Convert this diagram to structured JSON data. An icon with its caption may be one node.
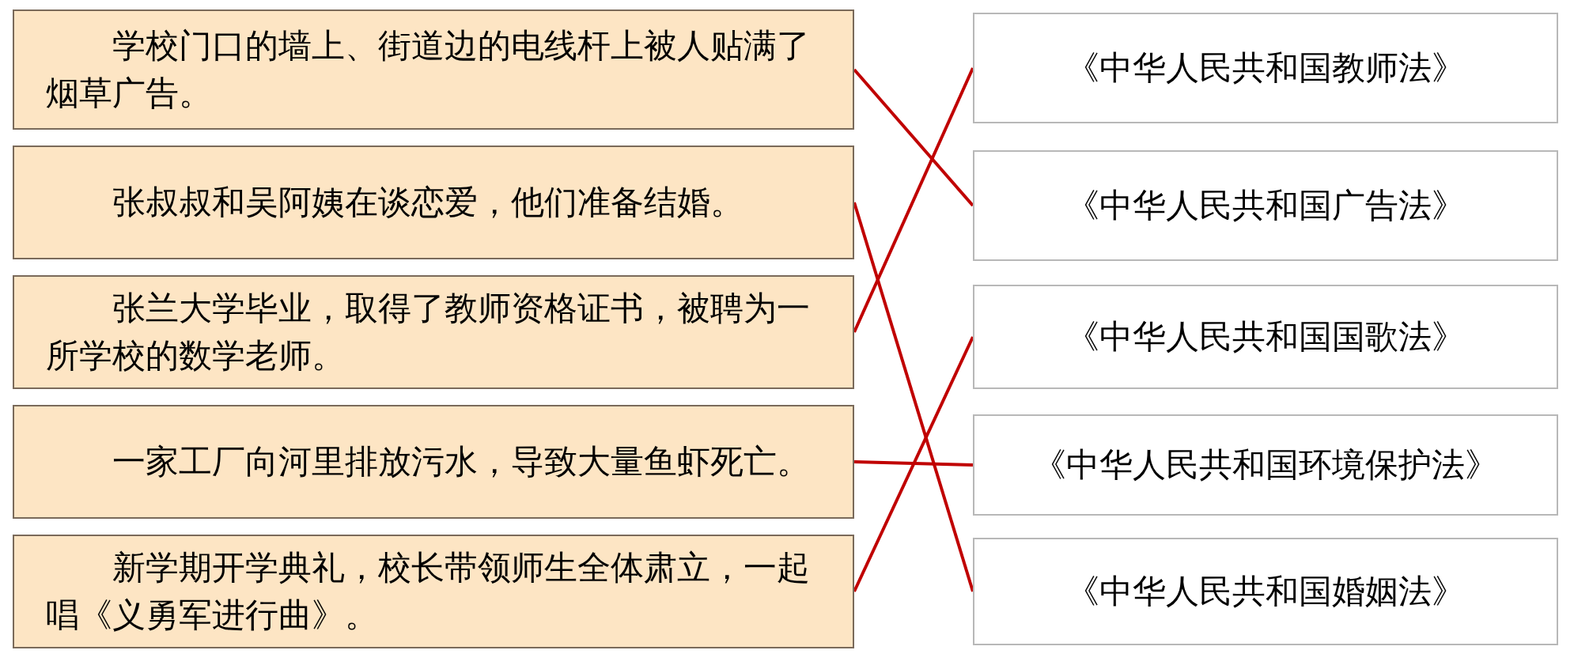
{
  "diagram": {
    "nodes": [
      {
        "text": [
          "学校门口的墙上、街道边的电线杆上被人贴满了烟草广告。"
        ]
      },
      {
        "text": [
          "张叔叔和吴阿姨在谈恋爱，他们准备结婚。"
        ]
      },
      {
        "text": [
          "张兰大学毕业，取得了教师资格证书，被聘为一所学校的数学老师。"
        ]
      },
      {
        "text": [
          "一家工厂向河里排放污水，导致大量鱼虾死亡。"
        ]
      },
      {
        "text": [
          "新学期开学典礼，校长带领师生全体肃立，一起唱《义勇军进行曲》。"
        ]
      },
      {
        "text": [
          "《中华人民共和国教师法》"
        ]
      },
      {
        "text": [
          "《中华人民共和国广告法》"
        ]
      },
      {
        "text": [
          "《中华人民共和国国歌法》"
        ]
      },
      {
        "text": [
          "《中华人民共和国环境保护法》"
        ]
      },
      {
        "text": [
          "《中华人民共和国婚姻法》"
        ]
      }
    ],
    "edges": [
      {
        "from": 0,
        "to": 6,
        "arrow": "none"
      },
      {
        "from": 1,
        "to": 9,
        "arrow": "none"
      },
      {
        "from": 2,
        "to": 5,
        "arrow": "none"
      },
      {
        "from": 3,
        "to": 8,
        "arrow": "none"
      },
      {
        "from": 4,
        "to": 7,
        "arrow": "none"
      }
    ]
  }
}
